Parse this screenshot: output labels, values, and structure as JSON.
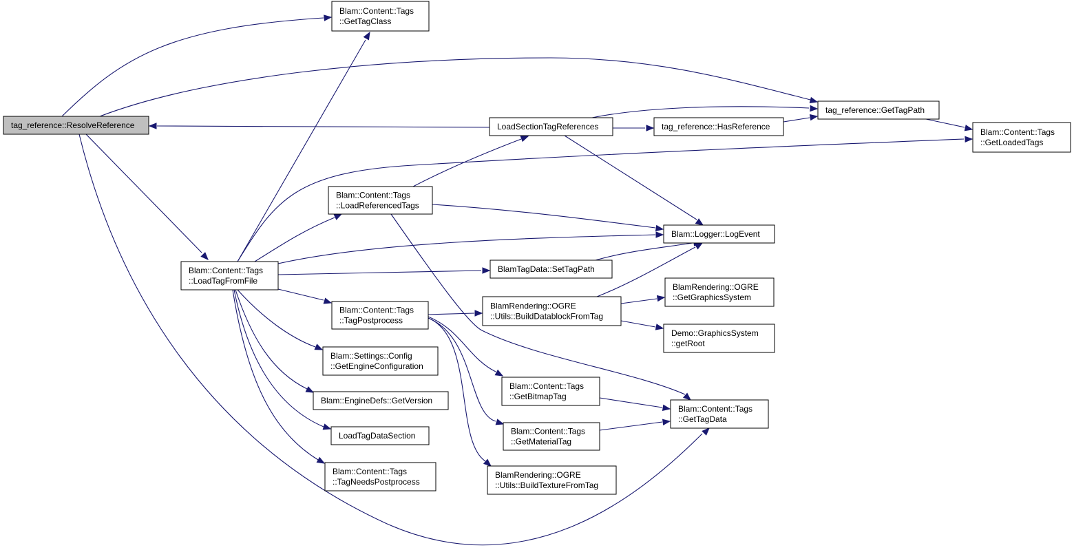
{
  "colors": {
    "edge": "#191970",
    "root_fill": "#bfbfbf",
    "node_fill": "#ffffff",
    "border": "#000000"
  },
  "nodes": {
    "resolve_reference": {
      "lines": [
        "tag_reference::ResolveReference"
      ]
    },
    "get_tag_class": {
      "lines": [
        "Blam::Content::Tags",
        "::GetTagClass"
      ]
    },
    "load_section_tag_references": {
      "lines": [
        "LoadSectionTagReferences"
      ]
    },
    "get_tag_path": {
      "lines": [
        "tag_reference::GetTagPath"
      ]
    },
    "has_reference": {
      "lines": [
        "tag_reference::HasReference"
      ]
    },
    "get_loaded_tags": {
      "lines": [
        "Blam::Content::Tags",
        "::GetLoadedTags"
      ]
    },
    "load_referenced_tags": {
      "lines": [
        "Blam::Content::Tags",
        "::LoadReferencedTags"
      ]
    },
    "log_event": {
      "lines": [
        "Blam::Logger::LogEvent"
      ]
    },
    "load_tag_from_file": {
      "lines": [
        "Blam::Content::Tags",
        "::LoadTagFromFile"
      ]
    },
    "set_tag_path": {
      "lines": [
        "BlamTagData::SetTagPath"
      ]
    },
    "get_graphics_system": {
      "lines": [
        "BlamRendering::OGRE",
        "::GetGraphicsSystem"
      ]
    },
    "build_datablock_from_tag": {
      "lines": [
        "BlamRendering::OGRE",
        "::Utils::BuildDatablockFromTag"
      ]
    },
    "tag_postprocess": {
      "lines": [
        "Blam::Content::Tags",
        "::TagPostprocess"
      ]
    },
    "get_root": {
      "lines": [
        "Demo::GraphicsSystem",
        "::getRoot"
      ]
    },
    "get_engine_configuration": {
      "lines": [
        "Blam::Settings::Config",
        "::GetEngineConfiguration"
      ]
    },
    "get_bitmap_tag": {
      "lines": [
        "Blam::Content::Tags",
        "::GetBitmapTag"
      ]
    },
    "get_version": {
      "lines": [
        "Blam::EngineDefs::GetVersion"
      ]
    },
    "get_tag_data": {
      "lines": [
        "Blam::Content::Tags",
        "::GetTagData"
      ]
    },
    "load_tag_data_section": {
      "lines": [
        "LoadTagDataSection"
      ]
    },
    "get_material_tag": {
      "lines": [
        "Blam::Content::Tags",
        "::GetMaterialTag"
      ]
    },
    "tag_needs_postprocess": {
      "lines": [
        "Blam::Content::Tags",
        "::TagNeedsPostprocess"
      ]
    },
    "build_texture_from_tag": {
      "lines": [
        "BlamRendering::OGRE",
        "::Utils::BuildTextureFromTag"
      ]
    }
  },
  "edges": [
    {
      "from": "resolve_reference",
      "to": "get_tag_class"
    },
    {
      "from": "resolve_reference",
      "to": "get_tag_path"
    },
    {
      "from": "resolve_reference",
      "to": "load_tag_from_file"
    },
    {
      "from": "resolve_reference",
      "to": "get_tag_data"
    },
    {
      "from": "load_section_tag_references",
      "to": "resolve_reference"
    },
    {
      "from": "load_section_tag_references",
      "to": "get_tag_path"
    },
    {
      "from": "load_section_tag_references",
      "to": "has_reference"
    },
    {
      "from": "load_section_tag_references",
      "to": "log_event"
    },
    {
      "from": "has_reference",
      "to": "get_tag_path"
    },
    {
      "from": "get_tag_path",
      "to": "get_loaded_tags"
    },
    {
      "from": "load_tag_from_file",
      "to": "get_tag_class"
    },
    {
      "from": "load_tag_from_file",
      "to": "get_loaded_tags"
    },
    {
      "from": "load_tag_from_file",
      "to": "load_referenced_tags"
    },
    {
      "from": "load_tag_from_file",
      "to": "log_event"
    },
    {
      "from": "load_tag_from_file",
      "to": "set_tag_path"
    },
    {
      "from": "load_tag_from_file",
      "to": "tag_postprocess"
    },
    {
      "from": "load_tag_from_file",
      "to": "get_engine_configuration"
    },
    {
      "from": "load_tag_from_file",
      "to": "get_version"
    },
    {
      "from": "load_tag_from_file",
      "to": "load_tag_data_section"
    },
    {
      "from": "load_tag_from_file",
      "to": "tag_needs_postprocess"
    },
    {
      "from": "load_referenced_tags",
      "to": "load_section_tag_references"
    },
    {
      "from": "load_referenced_tags",
      "to": "log_event"
    },
    {
      "from": "load_referenced_tags",
      "to": "get_tag_data"
    },
    {
      "from": "set_tag_path",
      "to": "log_event"
    },
    {
      "from": "tag_postprocess",
      "to": "build_datablock_from_tag"
    },
    {
      "from": "tag_postprocess",
      "to": "get_bitmap_tag"
    },
    {
      "from": "tag_postprocess",
      "to": "get_material_tag"
    },
    {
      "from": "tag_postprocess",
      "to": "build_texture_from_tag"
    },
    {
      "from": "build_datablock_from_tag",
      "to": "log_event"
    },
    {
      "from": "build_datablock_from_tag",
      "to": "get_graphics_system"
    },
    {
      "from": "build_datablock_from_tag",
      "to": "get_root"
    },
    {
      "from": "get_bitmap_tag",
      "to": "get_tag_data"
    },
    {
      "from": "get_material_tag",
      "to": "get_tag_data"
    }
  ]
}
